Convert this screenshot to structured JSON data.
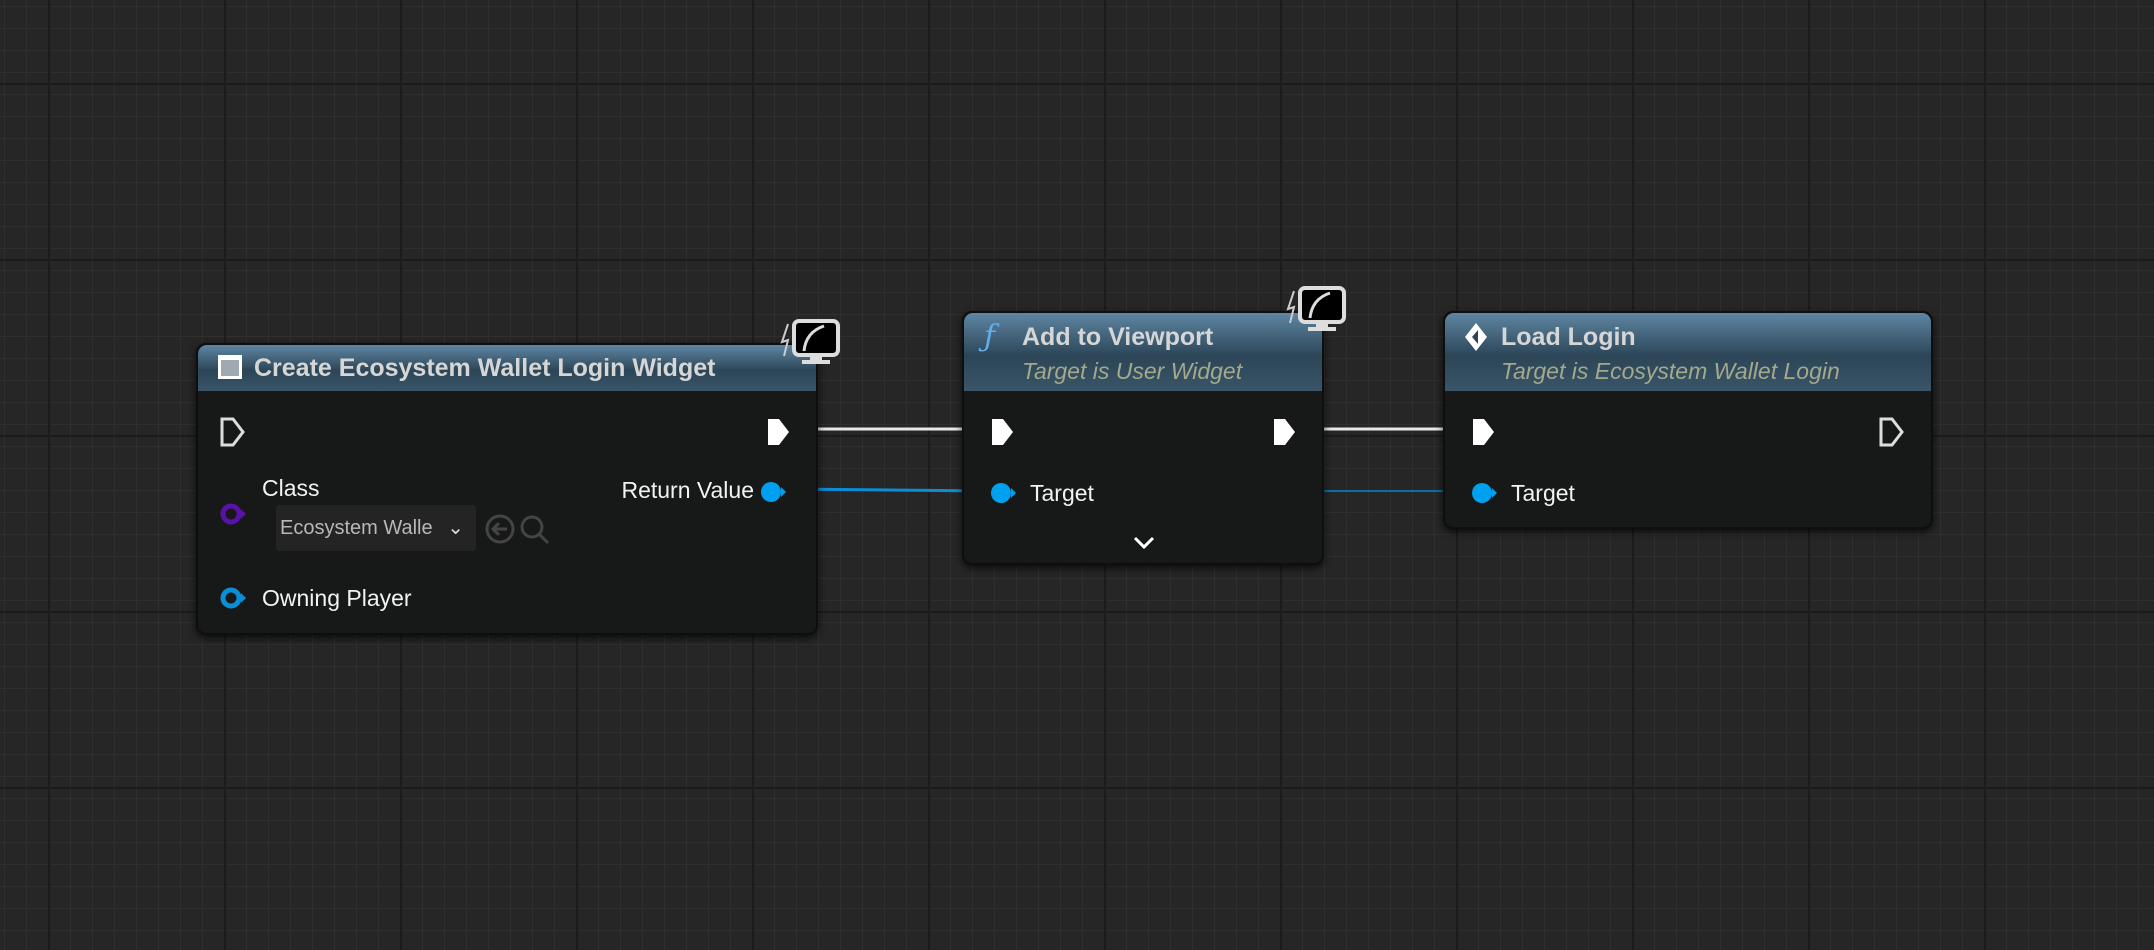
{
  "nodes": {
    "create_widget": {
      "title": "Create Ecosystem Wallet Login Widget",
      "class_label": "Class",
      "class_value": "Ecosystem Walle",
      "return_label": "Return Value",
      "owning_player_label": "Owning Player"
    },
    "add_to_viewport": {
      "title": "Add to Viewport",
      "subtitle": "Target is User Widget",
      "target_label": "Target"
    },
    "load_login": {
      "title": "Load Login",
      "subtitle": "Target is Ecosystem Wallet Login",
      "target_label": "Target"
    }
  },
  "colors": {
    "exec": "#ffffff",
    "object": "#00a0f0",
    "class": "#5a11a8",
    "header": "#4e7390"
  }
}
